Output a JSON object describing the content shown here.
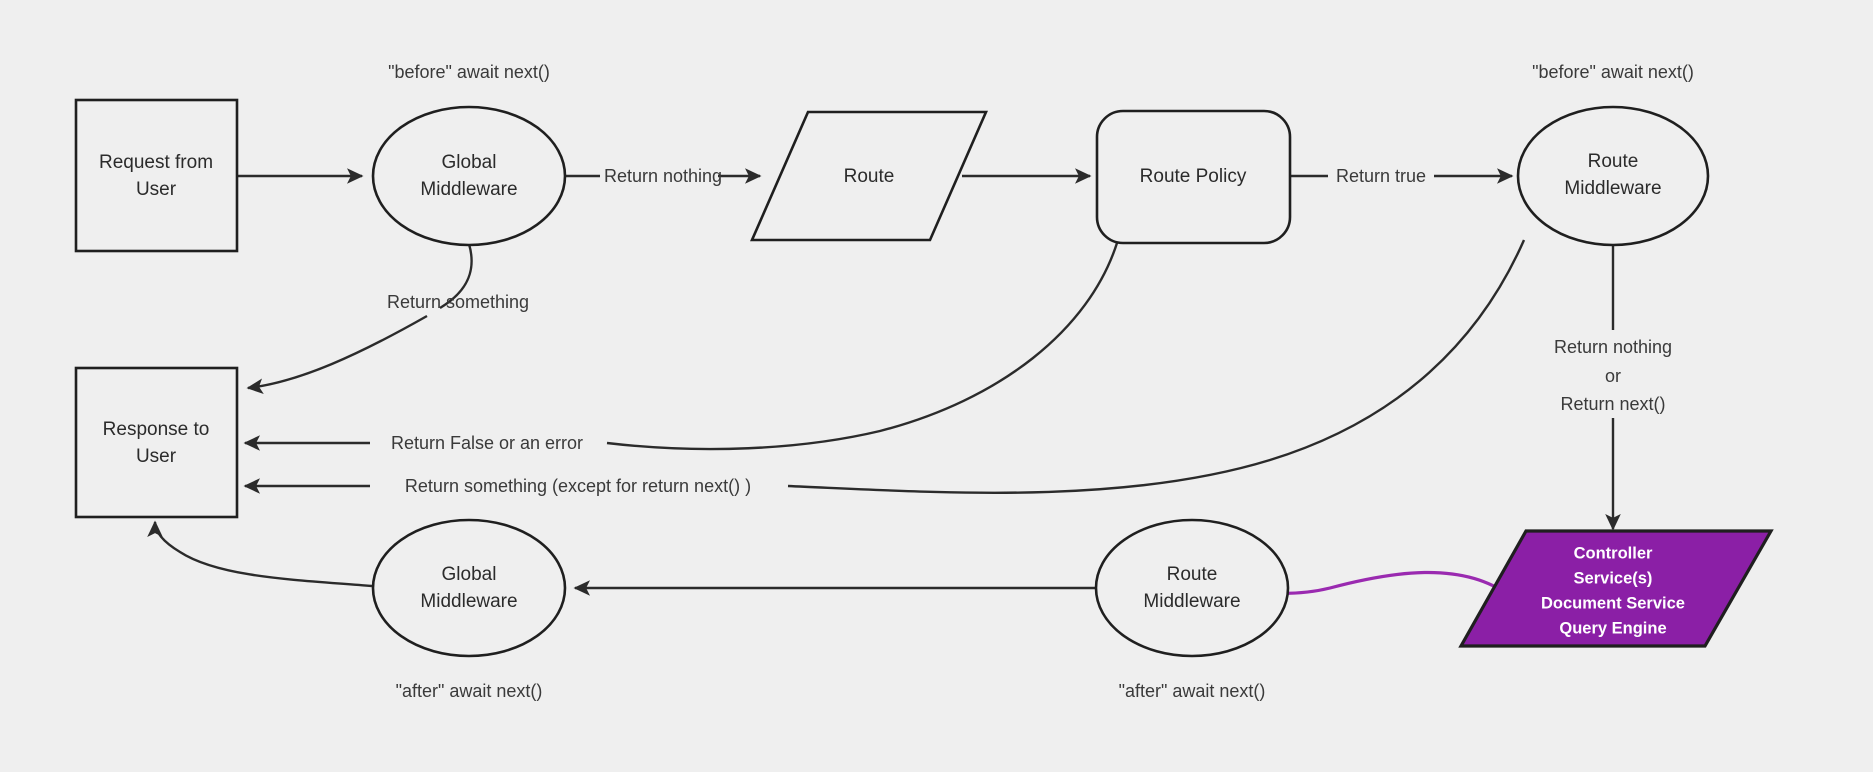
{
  "diagram": {
    "title": "Request lifecycle middleware flow",
    "background_color": "#efefef",
    "stroke_color": "#2b2b2b",
    "accent_color": "#8B1FA6",
    "accent_edge_color": "#9A2AB0",
    "nodes": {
      "request_from_user": {
        "line1": "Request from",
        "line2": "User",
        "shape": "rectangle"
      },
      "global_middleware_top": {
        "line1": "Global",
        "line2": "Middleware",
        "shape": "ellipse"
      },
      "route": {
        "line1": "Route",
        "shape": "parallelogram"
      },
      "route_policy": {
        "line1": "Route Policy",
        "shape": "rounded-rectangle"
      },
      "route_middleware_top": {
        "line1": "Route",
        "line2": "Middleware",
        "shape": "ellipse"
      },
      "controller_services": {
        "line1": "Controller",
        "line2": "Service(s)",
        "line3": "Document Service",
        "line4": "Query Engine",
        "shape": "parallelogram",
        "fill": "#8B1FA6",
        "text_color": "#ffffff"
      },
      "route_middleware_bottom": {
        "line1": "Route",
        "line2": "Middleware",
        "shape": "ellipse"
      },
      "global_middleware_bottom": {
        "line1": "Global",
        "line2": "Middleware",
        "shape": "ellipse"
      },
      "response_to_user": {
        "line1": "Response to",
        "line2": "User",
        "shape": "rectangle"
      }
    },
    "edge_labels": {
      "return_nothing": "Return nothing",
      "return_true": "Return true",
      "return_something": "Return something",
      "return_false_or_error": "Return False or an error",
      "return_something_except": "Return something (except for return next() )",
      "return_nothing_or_next_1": "Return nothing",
      "return_nothing_or_next_2": "or",
      "return_nothing_or_next_3": "Return next()"
    },
    "annotations": {
      "before_global": "\"before\" await next()",
      "before_route": "\"before\" await next()",
      "after_global": "\"after\" await next()",
      "after_route": "\"after\" await next()"
    }
  }
}
